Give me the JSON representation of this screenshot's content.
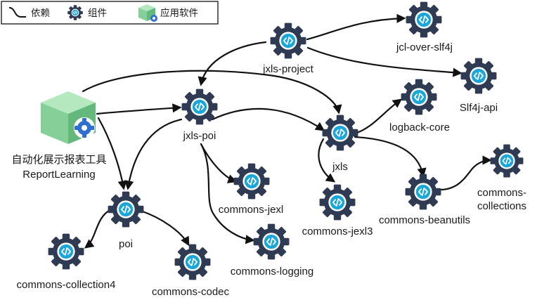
{
  "legend": {
    "dependency": "依赖",
    "component": "组件",
    "application": "应用软件"
  },
  "application": {
    "name_cn": "自动化展示报表工具",
    "name_en": "ReportLearning"
  },
  "components": [
    {
      "id": "jxls-project",
      "label": "jxls-project"
    },
    {
      "id": "jcl-over-slf4j",
      "label": "jcl-over-slf4j"
    },
    {
      "id": "slf4j-api",
      "label": "Slf4j-api"
    },
    {
      "id": "jxls-poi",
      "label": "jxls-poi"
    },
    {
      "id": "jxls",
      "label": "jxls"
    },
    {
      "id": "logback-core",
      "label": "logback-core"
    },
    {
      "id": "commons-jexl",
      "label": "commons-jexl"
    },
    {
      "id": "commons-logging",
      "label": "commons-logging"
    },
    {
      "id": "commons-jexl3",
      "label": "commons-jexl3"
    },
    {
      "id": "commons-beanutils",
      "label": "commons-beanutils"
    },
    {
      "id": "commons-collections",
      "label_line1": "commons-",
      "label_line2": "collections"
    },
    {
      "id": "poi",
      "label": "poi"
    },
    {
      "id": "commons-collection4",
      "label": "commons-collection4"
    },
    {
      "id": "commons-codec",
      "label": "commons-codec"
    }
  ],
  "edges": [
    {
      "from": "ReportLearning",
      "to": "jxls-poi"
    },
    {
      "from": "ReportLearning",
      "to": "jxls"
    },
    {
      "from": "ReportLearning",
      "to": "poi"
    },
    {
      "from": "jxls-project",
      "to": "jxls-poi"
    },
    {
      "from": "jxls-project",
      "to": "jcl-over-slf4j"
    },
    {
      "from": "jxls-project",
      "to": "slf4j-api"
    },
    {
      "from": "jxls-poi",
      "to": "poi"
    },
    {
      "from": "jxls-poi",
      "to": "jxls"
    },
    {
      "from": "jxls-poi",
      "to": "commons-jexl"
    },
    {
      "from": "jxls-poi",
      "to": "commons-logging"
    },
    {
      "from": "jxls",
      "to": "logback-core"
    },
    {
      "from": "jxls",
      "to": "commons-jexl3"
    },
    {
      "from": "jxls",
      "to": "commons-beanutils"
    },
    {
      "from": "commons-beanutils",
      "to": "commons-collections"
    },
    {
      "from": "poi",
      "to": "commons-collection4"
    },
    {
      "from": "poi",
      "to": "commons-codec"
    }
  ],
  "colors": {
    "gear": "#2f3b53",
    "gear_ring": "#ffffff",
    "gear_badge": "#1aa6d9",
    "box_top": "#b6e8c0",
    "box_left": "#86cf99",
    "box_right": "#63b97c",
    "app_gear": "#2f6fd0",
    "edge": "#111111"
  },
  "icons": {
    "dependency": "curve-arrow-icon",
    "component": "gear-code-icon",
    "application": "cube-gear-icon"
  }
}
